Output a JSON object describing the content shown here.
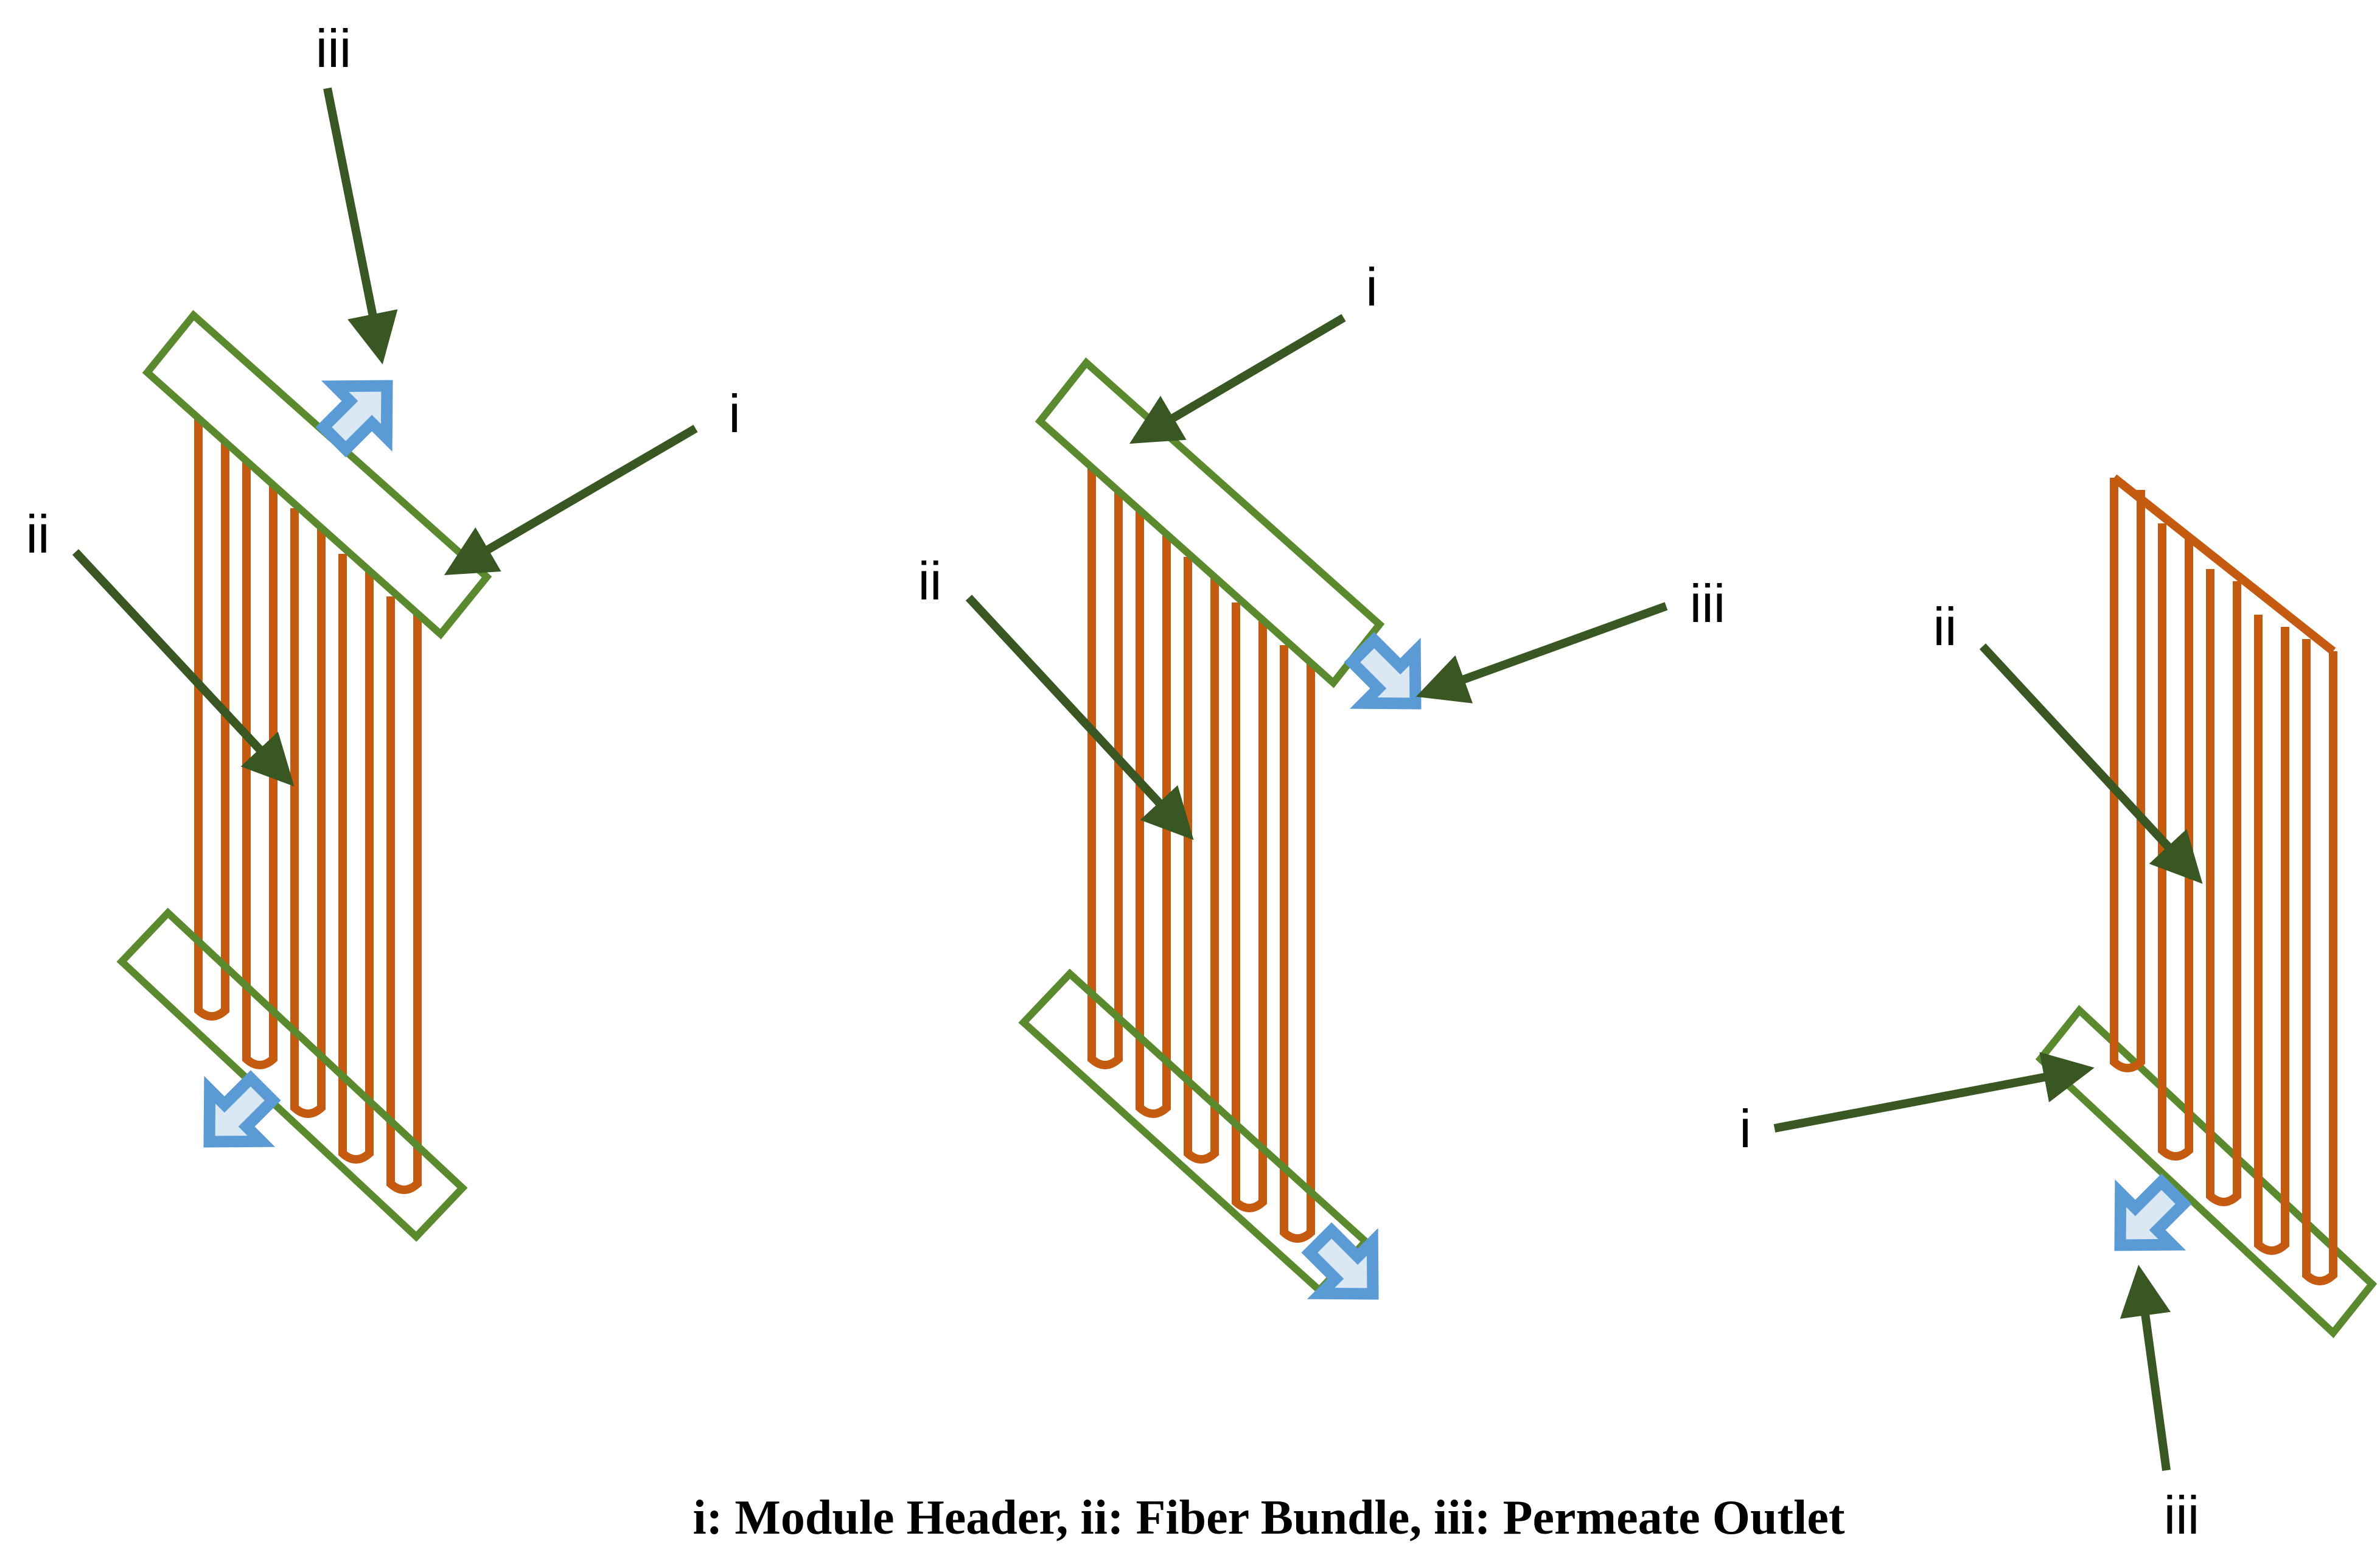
{
  "caption": "i: Module Header, ii: Fiber Bundle, iii: Permeate Outlet",
  "colors": {
    "module_header_stroke": "#5b8a2e",
    "fiber": "#c55a11",
    "pointer_arrow": "#385723",
    "flow_arrow_stroke": "#5b9bd5",
    "flow_arrow_fill": "#dae8f4"
  },
  "configurations": [
    {
      "labels": {
        "i": "i",
        "ii": "ii",
        "iii": "iii"
      }
    },
    {
      "labels": {
        "i": "i",
        "ii": "ii",
        "iii": "iii"
      }
    },
    {
      "labels": {
        "i": "i",
        "ii": "ii",
        "iii": "iii"
      }
    }
  ]
}
